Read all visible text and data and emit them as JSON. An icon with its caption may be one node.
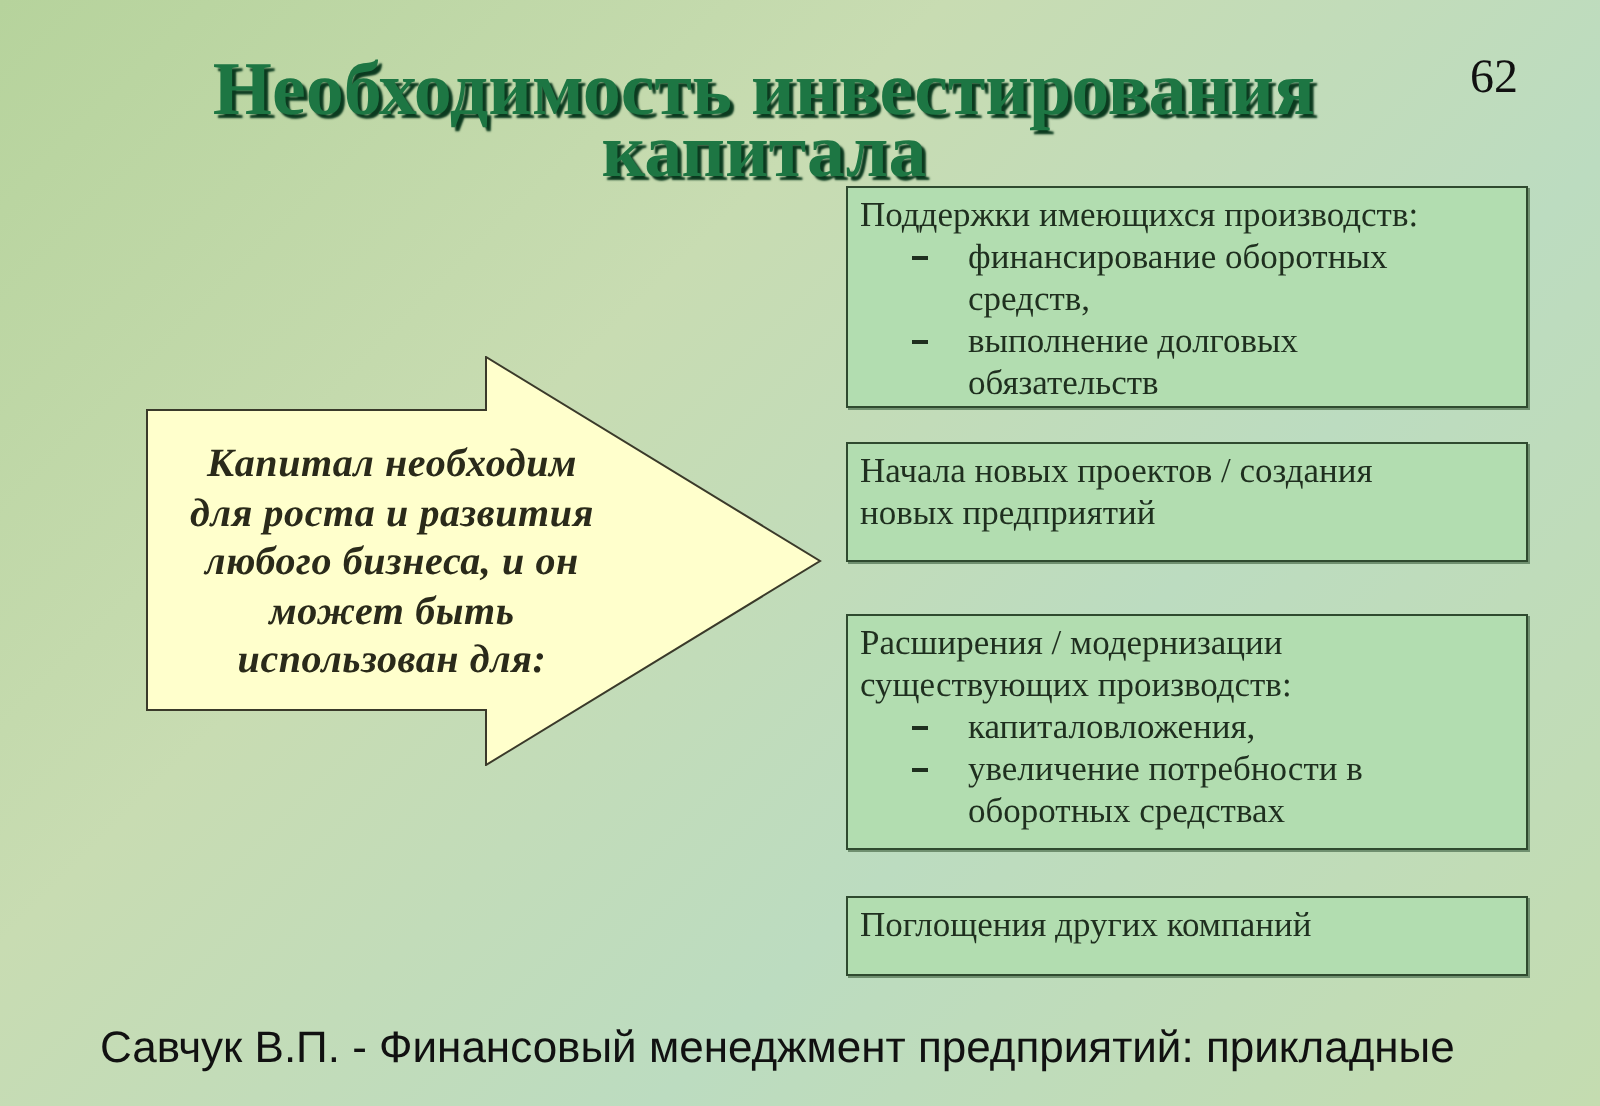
{
  "diagram": {
    "title": "Необходимость инвестирования капитала",
    "nodes": [
      {
        "text": [
          "Капитал необходим для роста и развития любого бизнеса, и он может быть использован для:"
        ]
      },
      {
        "text": [
          "Поддержки имеющихся производств:",
          "финансирование оборотных средств,",
          "выполнение долговых обязательств"
        ]
      },
      {
        "text": [
          "Начала новых проектов / создания новых предприятий"
        ]
      },
      {
        "text": [
          "Расширения / модернизации существующих производств:",
          "капиталовложения,",
          "увеличение потребности в оборотных средствах"
        ]
      },
      {
        "text": [
          "Поглощения других компаний"
        ]
      }
    ],
    "labels": [
      "62",
      "Савчук В.П. - Финансовый менеджмент предприятий: прикладные"
    ]
  }
}
